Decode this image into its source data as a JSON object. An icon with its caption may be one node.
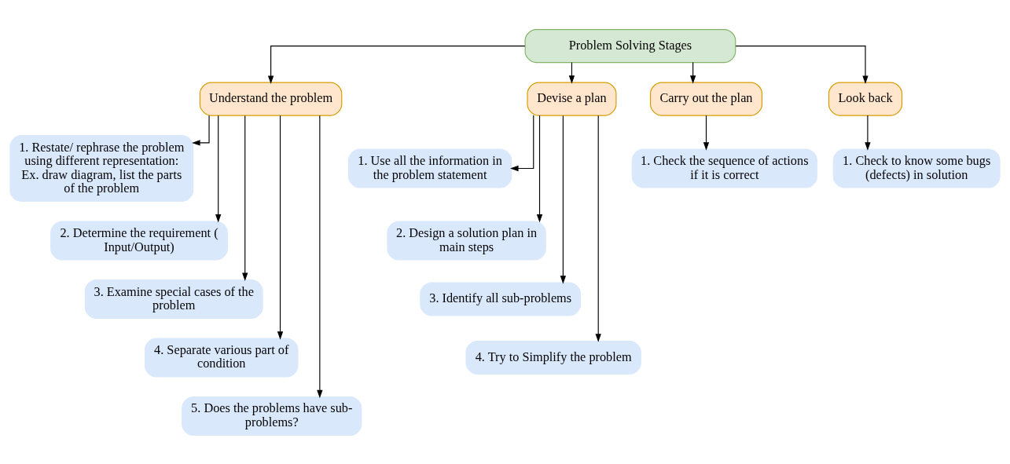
{
  "diagram": {
    "nodes": [
      {
        "text": [
          "Problem Solving Stages"
        ]
      },
      {
        "text": [
          "Understand the problem"
        ]
      },
      {
        "text": [
          "Devise a plan"
        ]
      },
      {
        "text": [
          "Carry out the plan"
        ]
      },
      {
        "text": [
          "Look back"
        ]
      },
      {
        "text": [
          "1. Restate/ rephrase the problem using different representation: Ex. draw diagram, list the parts of the problem"
        ]
      },
      {
        "text": [
          "2. Determine the requirement ( Input/Output)"
        ]
      },
      {
        "text": [
          "3. Examine special cases of the problem"
        ]
      },
      {
        "text": [
          "4. Separate various part of condition"
        ]
      },
      {
        "text": [
          "5. Does the problems have sub-problems?"
        ]
      },
      {
        "text": [
          "1. Use all the information in the problem statement"
        ]
      },
      {
        "text": [
          "2. Design a solution plan in main steps"
        ]
      },
      {
        "text": [
          "3. Identify all sub-problems"
        ]
      },
      {
        "text": [
          "4. Try to Simplify the problem"
        ]
      },
      {
        "text": [
          "1. Check the sequence of actions if it is correct"
        ]
      },
      {
        "text": [
          "1. Check to know some bugs (defects) in solution"
        ]
      }
    ],
    "edges": [
      {
        "from": 0,
        "to": 1,
        "arrow": "to"
      },
      {
        "from": 0,
        "to": 2,
        "arrow": "to"
      },
      {
        "from": 0,
        "to": 3,
        "arrow": "to"
      },
      {
        "from": 0,
        "to": 4,
        "arrow": "to"
      },
      {
        "from": 1,
        "to": 5,
        "arrow": "to"
      },
      {
        "from": 1,
        "to": 6,
        "arrow": "to"
      },
      {
        "from": 1,
        "to": 7,
        "arrow": "to"
      },
      {
        "from": 1,
        "to": 8,
        "arrow": "to"
      },
      {
        "from": 1,
        "to": 9,
        "arrow": "to"
      },
      {
        "from": 2,
        "to": 10,
        "arrow": "to"
      },
      {
        "from": 2,
        "to": 11,
        "arrow": "to"
      },
      {
        "from": 2,
        "to": 12,
        "arrow": "to"
      },
      {
        "from": 2,
        "to": 13,
        "arrow": "to"
      },
      {
        "from": 3,
        "to": 14,
        "arrow": "to"
      },
      {
        "from": 4,
        "to": 15,
        "arrow": "to"
      }
    ]
  }
}
